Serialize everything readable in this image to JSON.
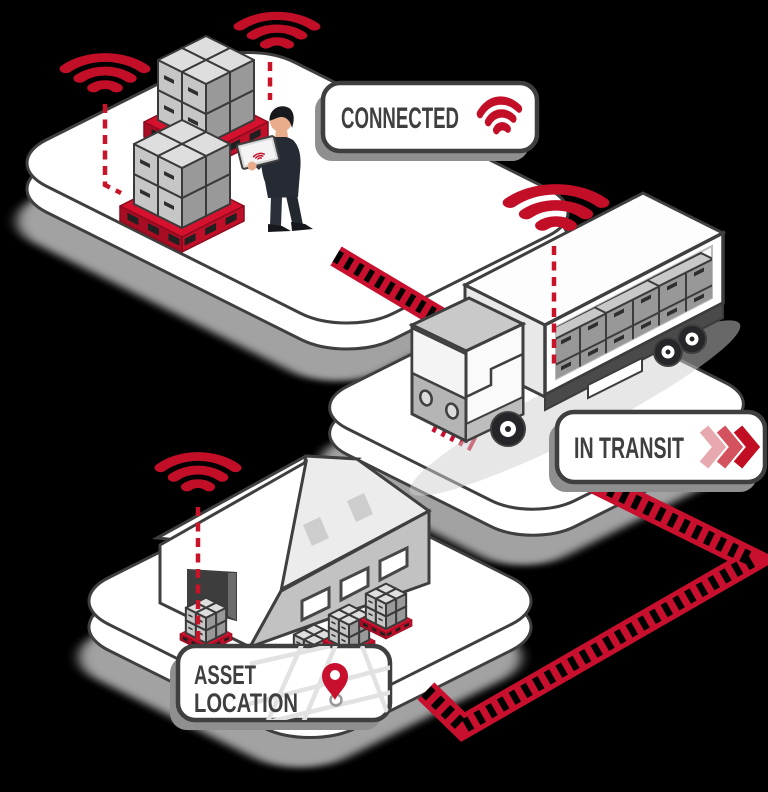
{
  "scene": {
    "background_color": "#000000",
    "badges": {
      "connected": {
        "text": "CONNECTED",
        "icon": "wifi-icon"
      },
      "in_transit": {
        "text": "IN TRANSIT",
        "icon": "triple-chevron-icon"
      },
      "asset_location": {
        "line1": "ASSET",
        "line2": "LOCATION",
        "icon": "map-pin-icon"
      }
    },
    "colors": {
      "brand_red": "#c8102e",
      "pallet_red": "#d6112e",
      "wifi_red": "#c30e28",
      "outline": "#3f3f3f",
      "text": "#3f3f3f",
      "label_background": "#ffffff",
      "label_shadow": "#8f8f8f",
      "platform_white": "#ffffff",
      "platform_shadow": "#b4b4b4",
      "box_gray_top": "#dedede",
      "box_gray_left": "#c6c6c6",
      "box_gray_right": "#999999",
      "chevron_colors": [
        "#e7a9af",
        "#d4525e",
        "#c10e22"
      ]
    },
    "wifi_signal_count": 4
  }
}
